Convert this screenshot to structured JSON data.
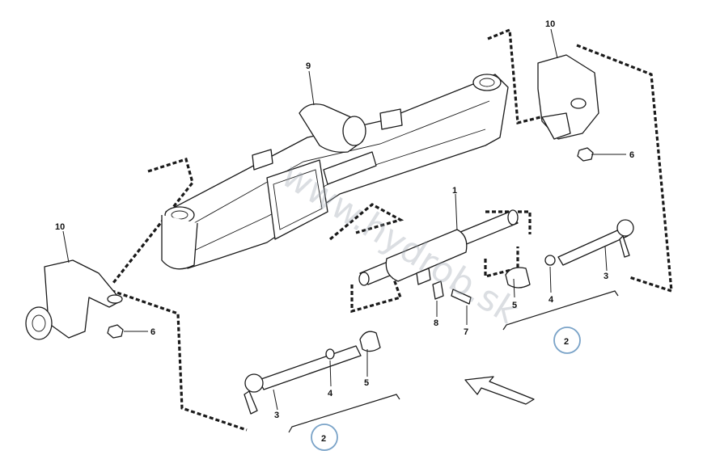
{
  "watermark": "www.hydrob.sk",
  "colors": {
    "callout_ring": "#7aa3c8",
    "line": "#1a1a1a"
  },
  "labels": {
    "p1": "1",
    "p2_bottom": "2",
    "p2_right": "2",
    "p3_bottom": "3",
    "p3_right": "3",
    "p4_bottom": "4",
    "p4_right": "4",
    "p5_bottom": "5",
    "p5_right": "5",
    "p6_left": "6",
    "p6_right": "6",
    "p7": "7",
    "p8": "8",
    "p9": "9",
    "p10_left": "10",
    "p10_right": "10"
  }
}
